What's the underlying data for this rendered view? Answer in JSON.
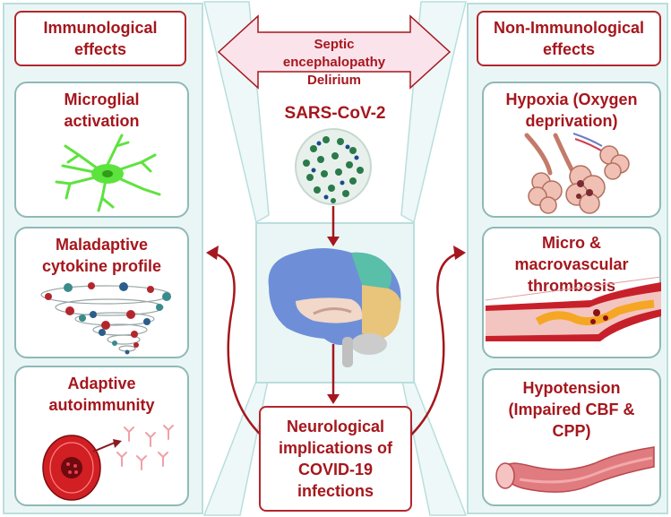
{
  "left": {
    "header": "Immunological effects",
    "cards": [
      {
        "title": "Microglial activation",
        "icon": "microglia-icon"
      },
      {
        "title": "Maladaptive cytokine profile",
        "icon": "cytokine-storm-icon"
      },
      {
        "title": "Adaptive autoimmunity",
        "icon": "b-cell-antibody-icon"
      }
    ]
  },
  "right": {
    "header": "Non-Immunological effects",
    "cards": [
      {
        "title": "Hypoxia (Oxygen deprivation)",
        "icon": "alveoli-icon"
      },
      {
        "title": "Micro & macrovascular thrombosis",
        "icon": "thrombosed-vessel-icon"
      },
      {
        "title": "Hypotension (Impaired CBF & CPP)",
        "icon": "collapsed-vessel-icon"
      }
    ]
  },
  "center": {
    "arrow_text": "Septic encephalopathy Delirium",
    "virus_label": "SARS-CoV-2",
    "bottom_box": "Neurological implications of COVID-19 infections"
  },
  "colors": {
    "accent_red": "#a5171d",
    "panel_bg": "#eaf6f6",
    "panel_border": "#b9dedd",
    "arrow_fill": "#fbe3ec"
  }
}
